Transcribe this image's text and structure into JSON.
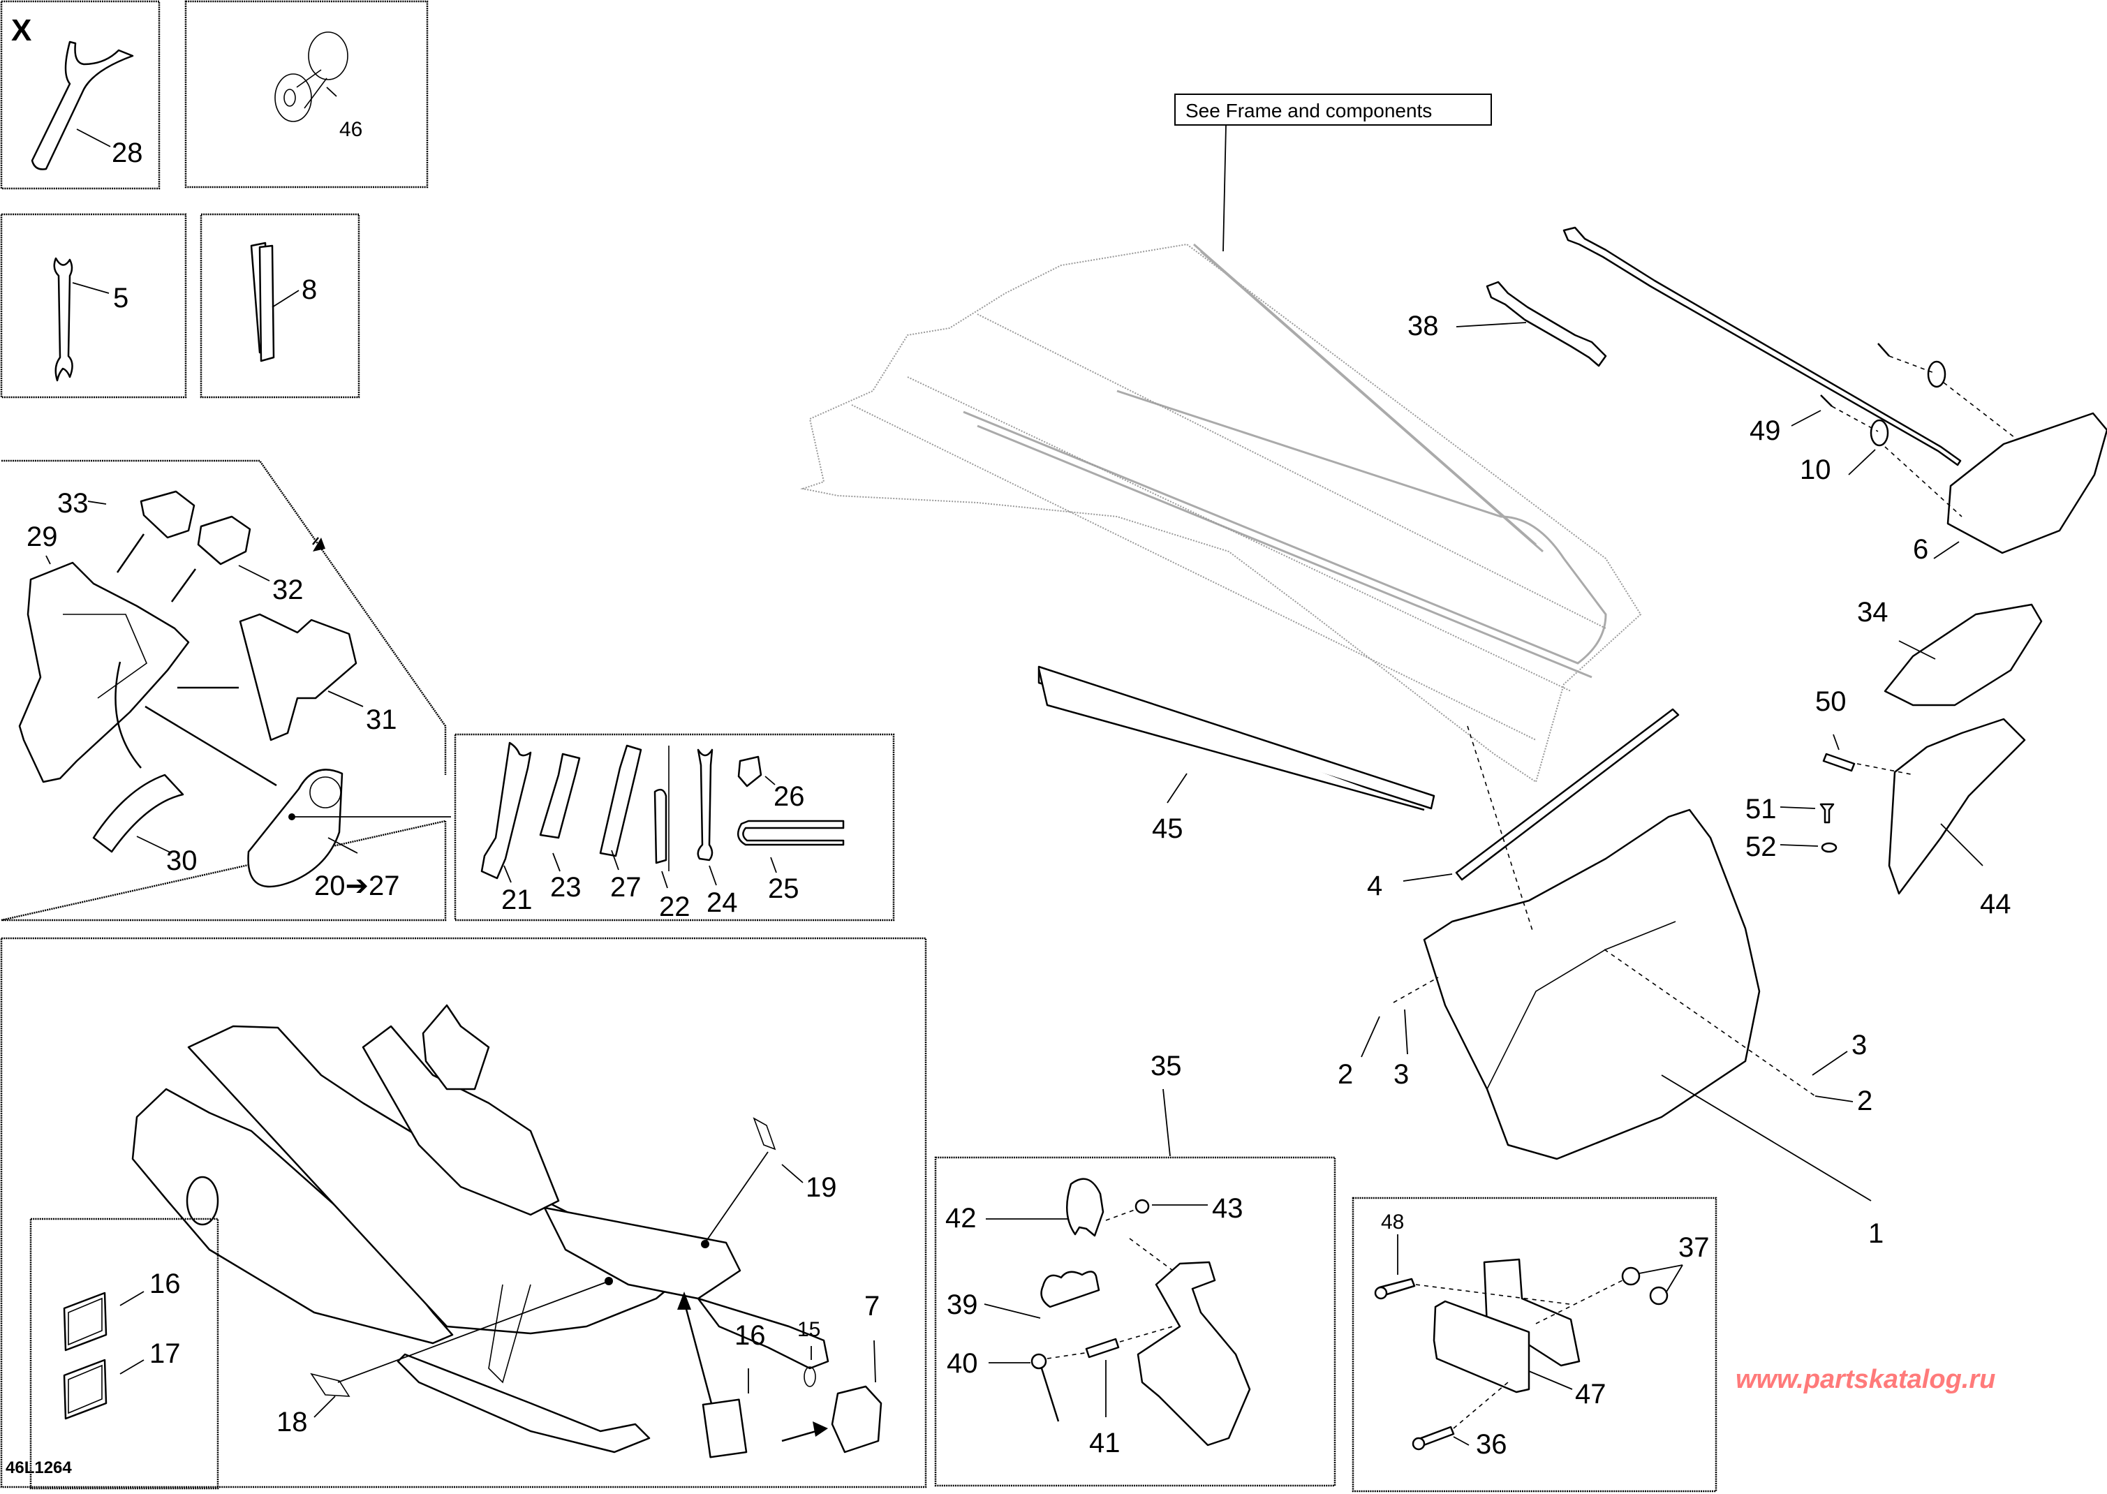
{
  "diagram": {
    "corner_mark": "X",
    "reference_note": "See Frame and components",
    "drawing_code": "46L1264",
    "watermark": "www.partskatalog.ru",
    "watermark_color": "#ff7a7a"
  },
  "callouts": {
    "c1": "1",
    "c2a": "2",
    "c2b": "2",
    "c3a": "3",
    "c3b": "3",
    "c4": "4",
    "c5": "5",
    "c6": "6",
    "c7": "7",
    "c8": "8",
    "c10": "10",
    "c15": "15",
    "c16a": "16",
    "c16b": "16",
    "c17": "17",
    "c18": "18",
    "c19": "19",
    "c20_27": "20➔27",
    "c21": "21",
    "c22": "22",
    "c23": "23",
    "c24": "24",
    "c25": "25",
    "c26": "26",
    "c27": "27",
    "c28": "28",
    "c29": "29",
    "c30": "30",
    "c31": "31",
    "c32": "32",
    "c33": "33",
    "c34": "34",
    "c35": "35",
    "c36": "36",
    "c37": "37",
    "c38": "38",
    "c39": "39",
    "c40": "40",
    "c41": "41",
    "c42": "42",
    "c43": "43",
    "c44": "44",
    "c45": "45",
    "c46": "46",
    "c47": "47",
    "c48": "48",
    "c49": "49",
    "c50": "50",
    "c51": "51",
    "c52": "52"
  }
}
